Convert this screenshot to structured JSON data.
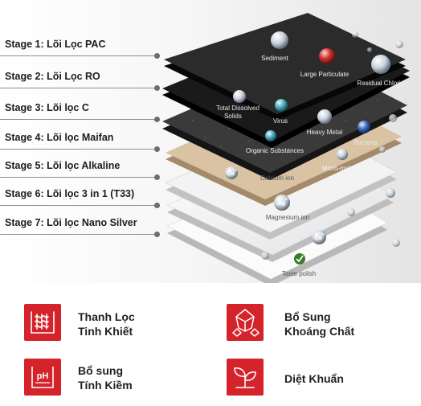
{
  "stages": [
    {
      "label": "Stage 1: Lõi Lọc PAC"
    },
    {
      "label": "Stage 2: Lõi Lọc RO"
    },
    {
      "label": "Stage 3: Lõi lọc C"
    },
    {
      "label": "Stage 4: Lõi lọc Maifan"
    },
    {
      "label": "Stage 5: Lõi lọc Alkaline"
    },
    {
      "label": "Stage 6: Lõi lọc 3 in 1 (T33)"
    },
    {
      "label": "Stage 7: Lõi lọc Nano Silver"
    }
  ],
  "layer_labels": {
    "sediment": "Sediment",
    "large_particulate": "Large Particulate",
    "residual_chlorine": "Residual Chlorine",
    "tds_line1": "Total Dissolved",
    "tds_line2": "Solids",
    "virus": "Virus",
    "heavy_metal": "Heavy Metal",
    "bacteria": "Bacteria",
    "organic": "Organic Substances",
    "micro": "Micro-molecules",
    "calcium": "Calcium ion",
    "magnesium": "Magnesium ion",
    "taste": "Taste polish",
    "ca_symbol": "Ca",
    "ca_charge": "2+",
    "mg_symbol": "Mg",
    "mg_charge": "2+"
  },
  "features": [
    {
      "line1": "Thanh Lọc",
      "line2": "Tinh Khiết",
      "icon": "water-waves-icon"
    },
    {
      "line1": "Bổ Sung",
      "line2": "Khoáng Chất",
      "icon": "minerals-icon"
    },
    {
      "line1": "Bổ sung",
      "line2": "Tính Kiềm",
      "icon": "ph-icon"
    },
    {
      "line1": "Diệt Khuẩn",
      "line2": "",
      "icon": "leaf-icon"
    }
  ],
  "icon_text": {
    "ph": "pH"
  },
  "colors": {
    "accent": "#d4232a"
  }
}
